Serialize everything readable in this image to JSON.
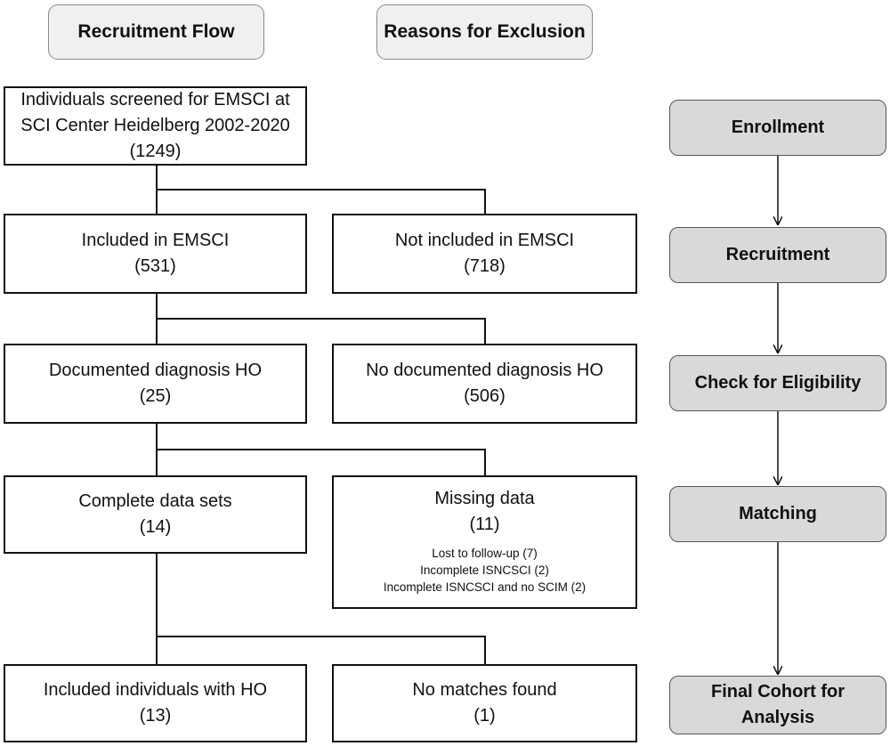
{
  "headers": {
    "recruitment_flow": "Recruitment Flow",
    "reasons_for_exclusion": "Reasons for Exclusion"
  },
  "screened": {
    "line1": "Individuals screened for EMSCI at",
    "line2": "SCI Center Heidelberg 2002-2020",
    "count": "(1249)"
  },
  "included_emsci": {
    "label": "Included in EMSCI",
    "count": "(531)"
  },
  "not_included_emsci": {
    "label": "Not included in EMSCI",
    "count": "(718)"
  },
  "documented_ho": {
    "label": "Documented diagnosis HO",
    "count": "(25)"
  },
  "no_documented_ho": {
    "label": "No documented diagnosis HO",
    "count": "(506)"
  },
  "complete_data": {
    "label": "Complete data sets",
    "count": "(14)"
  },
  "missing_data": {
    "label": "Missing data",
    "count": "(11)",
    "details": [
      "Lost to follow-up (7)",
      "Incomplete ISNCSCI (2)",
      "Incomplete ISNCSCI and no SCIM (2)"
    ]
  },
  "included_ho": {
    "label": "Included individuals with HO",
    "count": "(13)"
  },
  "no_matches": {
    "label": "No matches found",
    "count": "(1)"
  },
  "stages": {
    "enrollment": "Enrollment",
    "recruitment": "Recruitment",
    "eligibility": "Check for Eligibility",
    "matching": "Matching",
    "final_line1": "Final Cohort for",
    "final_line2": "Analysis"
  }
}
